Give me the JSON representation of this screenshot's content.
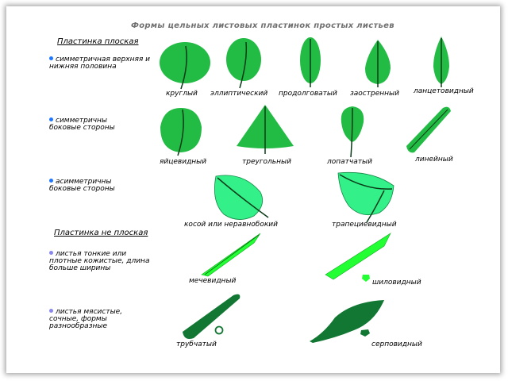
{
  "title": "Формы цельных листовых пластинок простых листьев",
  "sections": {
    "flat_heading": "Пластинка плоская",
    "nonflat_heading": "Пластинка не плоская"
  },
  "bullets": [
    {
      "text": "симметричная верхняя и нижняя половина",
      "color": "#1e78ff"
    },
    {
      "text": "симметричны боковые стороны",
      "color": "#1e78ff"
    },
    {
      "text": "асимметричны боковые стороны",
      "color": "#1e78ff"
    },
    {
      "text": "листья тонкие или плотные кожистые, длина больше ширины",
      "color": "#8888ee"
    },
    {
      "text": "листья мясистые, сочные, формы разнообразные",
      "color": "#8888ee"
    }
  ],
  "labels": {
    "round": "круглый",
    "elliptic": "эллиптический",
    "oblong": "продолговатый",
    "acute": "заостренный",
    "lanceolate": "ланцетовидный",
    "ovate": "яйцевидный",
    "triangular": "треугольный",
    "spatulate": "лопатчатый",
    "linear": "линейный",
    "oblique": "косой или неравнобокий",
    "trapezoid": "трапециевидный",
    "sword": "мечевидный",
    "awl": "шиловидный",
    "tubular": "трубчатый",
    "sickle": "серповидный"
  },
  "colors": {
    "leaf_green": "#22bb44",
    "leaf_light": "#33f088",
    "leaf_bright": "#22ff33",
    "leaf_dark": "#117733",
    "vein": "#0a3a18"
  }
}
